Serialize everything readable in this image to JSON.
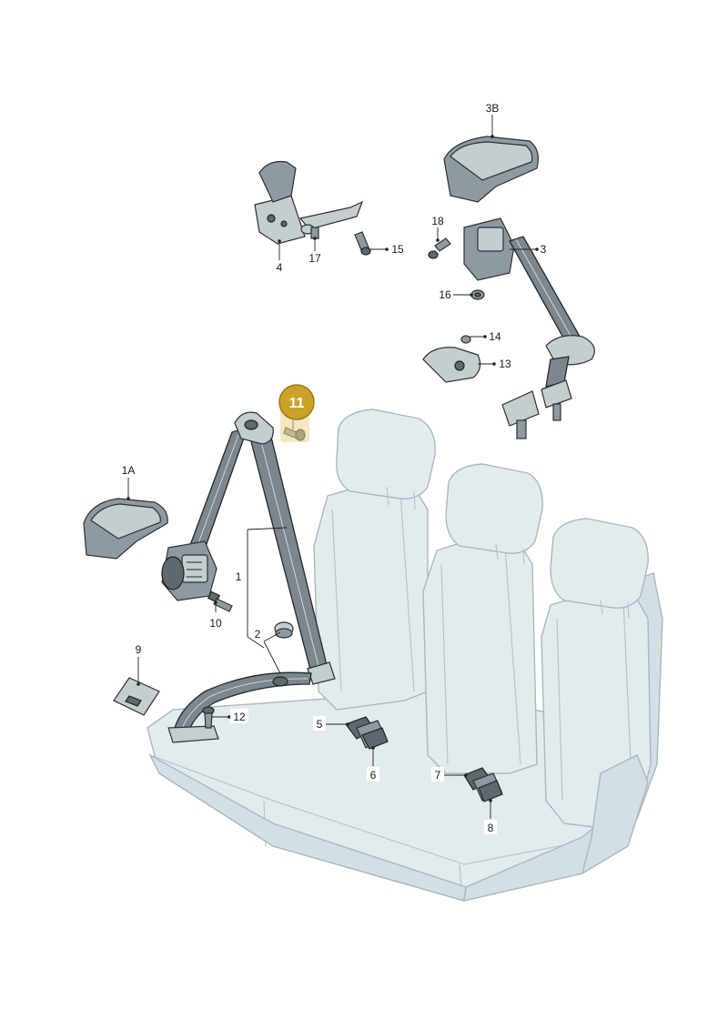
{
  "diagram": {
    "labels": {
      "p1": "1",
      "p1A": "1A",
      "p2": "2",
      "p3": "3",
      "p3B": "3B",
      "p4": "4",
      "p5": "5",
      "p6": "6",
      "p7": "7",
      "p8": "8",
      "p9": "9",
      "p10": "10",
      "p11": "11",
      "p12": "12",
      "p13": "13",
      "p14": "14",
      "p15": "15",
      "p16": "16",
      "p17": "17",
      "p18": "18"
    },
    "highlighted_part": "11",
    "highlight_color": "#c9a227",
    "icons": [
      "seat-bench",
      "seat-belt-assembly",
      "belt-retractor",
      "belt-buckle",
      "bolt",
      "nut",
      "cover-cap",
      "mounting-bracket",
      "label-plate"
    ]
  }
}
